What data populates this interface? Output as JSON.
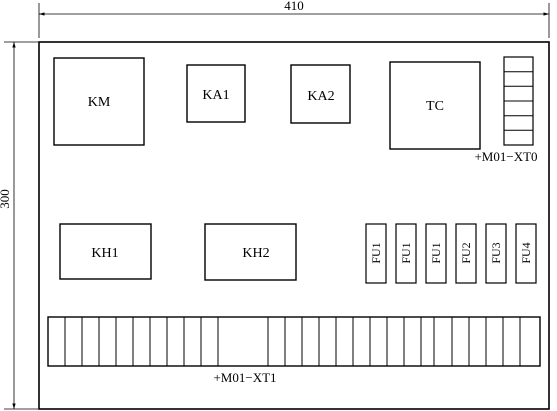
{
  "dimensions": {
    "width": "410",
    "height": "300"
  },
  "components": [
    {
      "id": "km",
      "label": "KM"
    },
    {
      "id": "ka1",
      "label": "KA1"
    },
    {
      "id": "ka2",
      "label": "KA2"
    },
    {
      "id": "tc",
      "label": "TC"
    },
    {
      "id": "kh1",
      "label": "KH1"
    },
    {
      "id": "kh2",
      "label": "KH2"
    }
  ],
  "fuses": [
    "FU1",
    "FU1",
    "FU1",
    "FU2",
    "FU3",
    "FU4"
  ],
  "terminal_blocks": {
    "xt0": {
      "label": "+M01−XT0"
    },
    "xt1": {
      "label": "+M01−XT1"
    }
  }
}
